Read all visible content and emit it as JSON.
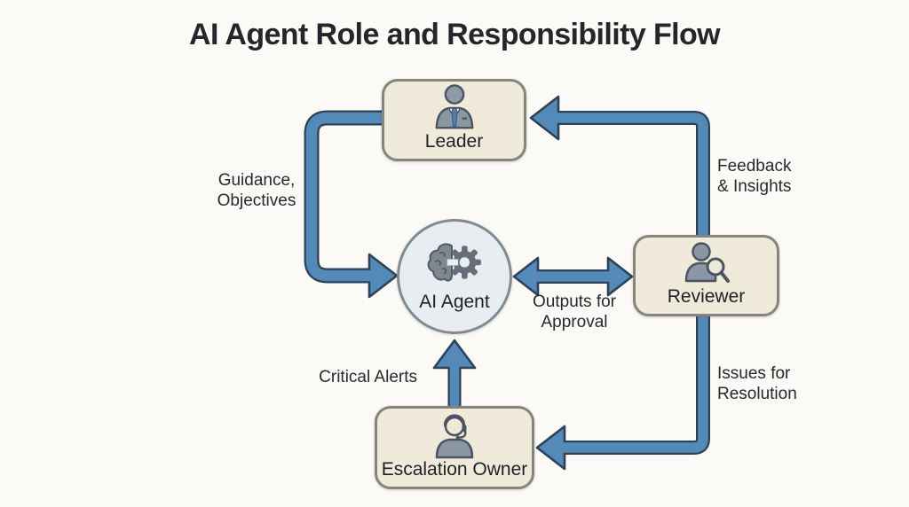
{
  "title": "AI Agent Role and Responsibility Flow",
  "nodes": {
    "leader": {
      "label": "Leader",
      "icon": "leader-person-icon"
    },
    "ai_agent": {
      "label": "AI Agent",
      "icon": "brain-gear-icon"
    },
    "reviewer": {
      "label": "Reviewer",
      "icon": "person-magnifier-icon"
    },
    "escalation_owner": {
      "label": "Escalation Owner",
      "icon": "person-headset-icon"
    }
  },
  "edges": {
    "leader_to_ai_agent": {
      "from": "Leader",
      "to": "AI Agent",
      "direction": "one-way",
      "label_line1": "Guidance,",
      "label_line2": "Objectives"
    },
    "reviewer_to_leader": {
      "from": "Reviewer",
      "to": "Leader",
      "direction": "one-way",
      "label_line1": "Feedback",
      "label_line2": "& Insights"
    },
    "ai_agent_and_reviewer": {
      "from": "AI Agent",
      "to": "Reviewer",
      "direction": "two-way",
      "label_line1": "Outputs for",
      "label_line2": "Approval"
    },
    "escalation_to_ai_agent": {
      "from": "Escalation Owner",
      "to": "AI Agent",
      "direction": "one-way",
      "label_line1": "Critical Alerts"
    },
    "reviewer_to_escalation": {
      "from": "Reviewer",
      "to": "Escalation Owner",
      "direction": "one-way",
      "label_line1": "Issues for",
      "label_line2": "Resolution"
    }
  },
  "colors": {
    "background": "#fbfaf6",
    "box_fill": "#efead9",
    "box_border": "#85857d",
    "circle_fill": "#e9edf2",
    "circle_border": "#828a93",
    "arrow_fill": "#548ab8",
    "arrow_outline": "#2d4257",
    "text": "#22252a",
    "tie_blue": "#4a7fb3"
  }
}
